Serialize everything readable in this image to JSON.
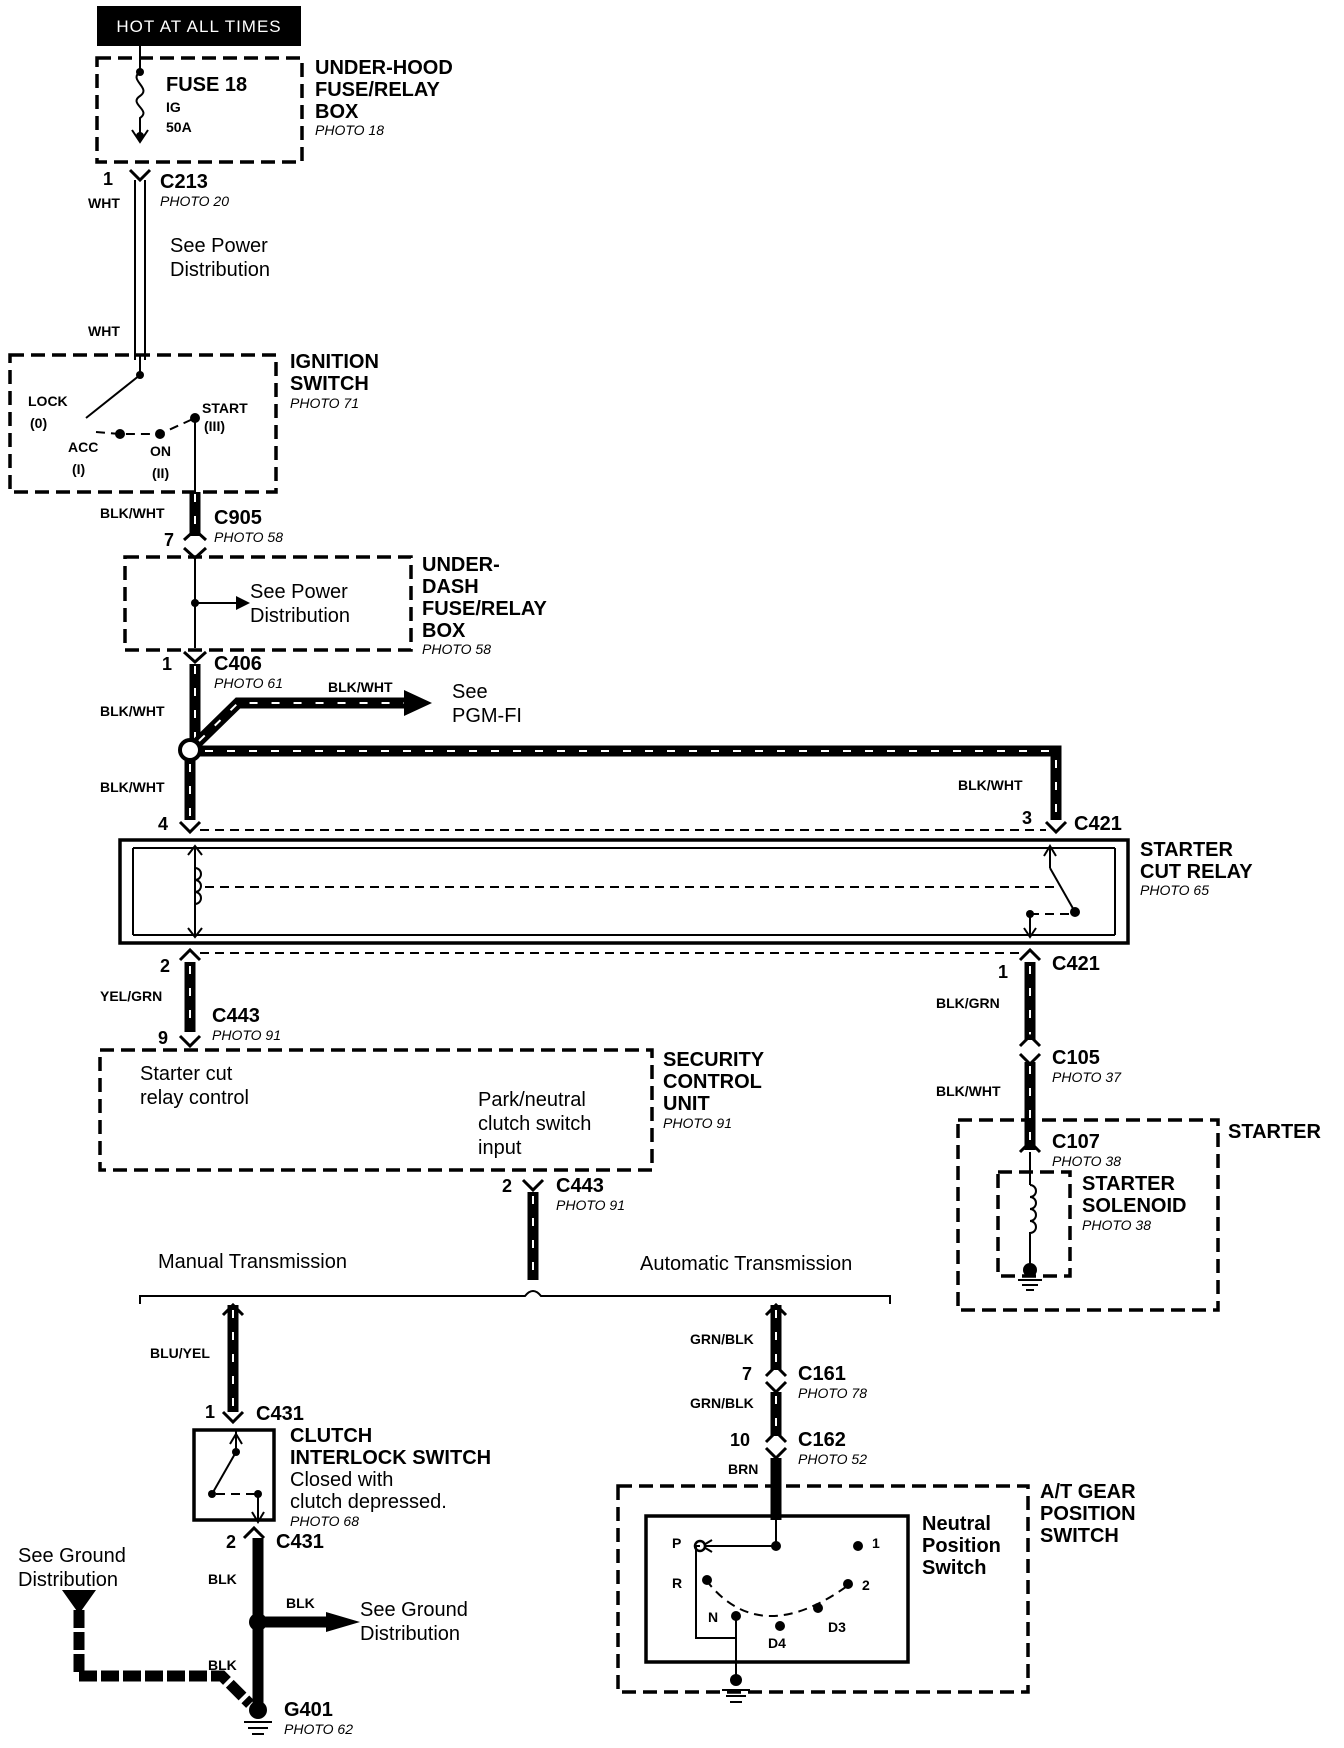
{
  "banner": "HOT AT ALL TIMES",
  "fuse_box": {
    "name_lines": [
      "UNDER-HOOD",
      "FUSE/RELAY",
      "BOX"
    ],
    "photo": "PHOTO 18",
    "fuse": "FUSE 18",
    "fuse_circuit": "IG",
    "fuse_rating": "50A"
  },
  "c213": {
    "pin": "1",
    "wire": "WHT",
    "name": "C213",
    "photo": "PHOTO 20",
    "note_lines": [
      "See Power",
      "Distribution"
    ],
    "wire2": "WHT"
  },
  "ignition": {
    "name_lines": [
      "IGNITION",
      "SWITCH"
    ],
    "photo": "PHOTO 71",
    "lock": "LOCK",
    "lock_num": "(0)",
    "acc": "ACC",
    "acc_num": "(I)",
    "on": "ON",
    "on_num": "(II)",
    "start": "START",
    "start_num": "(III)"
  },
  "c905": {
    "wire": "BLK/WHT",
    "name": "C905",
    "photo": "PHOTO 58",
    "pin": "7"
  },
  "underdash": {
    "name_lines": [
      "UNDER-",
      "DASH",
      "FUSE/RELAY",
      "BOX"
    ],
    "photo": "PHOTO 58",
    "note_lines": [
      "See Power",
      "Distribution"
    ]
  },
  "c406": {
    "pin": "1",
    "name": "C406",
    "photo": "PHOTO 61",
    "wire": "BLK/WHT",
    "branch_wire": "BLK/WHT",
    "branch_lines": [
      "See",
      "PGM-FI"
    ]
  },
  "relay_wires": {
    "left": "BLK/WHT",
    "right": "BLK/WHT"
  },
  "c421_top": {
    "left_pin": "4",
    "right_pin": "3",
    "name": "C421"
  },
  "starter_relay": {
    "name_lines": [
      "STARTER",
      "CUT RELAY"
    ],
    "photo": "PHOTO 65"
  },
  "c421_bottom": {
    "left_pin": "2",
    "right_pin": "1",
    "name": "C421",
    "left_wire": "YEL/GRN",
    "right_wire": "BLK/GRN"
  },
  "c443_top": {
    "pin": "9",
    "name": "C443",
    "photo": "PHOTO 91"
  },
  "security": {
    "name_lines": [
      "SECURITY",
      "CONTROL",
      "UNIT"
    ],
    "photo": "PHOTO 91",
    "relay_lines": [
      "Starter cut",
      "relay control"
    ],
    "input_lines": [
      "Park/neutral",
      "clutch switch",
      "input"
    ]
  },
  "c443_bottom": {
    "pin": "2",
    "name": "C443",
    "photo": "PHOTO 91"
  },
  "c105": {
    "name": "C105",
    "photo": "PHOTO 37",
    "wire": "BLK/WHT"
  },
  "starter": {
    "name": "STARTER",
    "c107": "C107",
    "c107_photo": "PHOTO 38",
    "solenoid_lines": [
      "STARTER",
      "SOLENOID"
    ],
    "solenoid_photo": "PHOTO 38"
  },
  "branches": {
    "manual": "Manual Transmission",
    "automatic": "Automatic Transmission"
  },
  "manual": {
    "wire": "BLU/YEL",
    "c431_pin_top": "1",
    "c431": "C431",
    "clutch_lines": [
      "CLUTCH",
      "INTERLOCK SWITCH"
    ],
    "clutch_note_lines": [
      "Closed with",
      "clutch depressed."
    ],
    "clutch_photo": "PHOTO 68",
    "c431_pin_bottom": "2",
    "c431b": "C431",
    "wire_blk": "BLK",
    "ground_left_lines": [
      "See Ground",
      "Distribution"
    ],
    "ground_right_wire": "BLK",
    "ground_right_lines": [
      "See Ground",
      "Distribution"
    ],
    "wire_blk2": "BLK",
    "g401": "G401",
    "g401_photo": "PHOTO 62"
  },
  "automatic": {
    "wire1": "GRN/BLK",
    "c161_pin": "7",
    "c161": "C161",
    "c161_photo": "PHOTO 78",
    "wire2": "GRN/BLK",
    "c162_pin": "10",
    "c162": "C162",
    "c162_photo": "PHOTO 52",
    "wire3": "BRN",
    "switch_lines": [
      "A/T GEAR",
      "POSITION",
      "SWITCH"
    ],
    "neutral_lines": [
      "Neutral",
      "Position",
      "Switch"
    ],
    "pos": {
      "p": "P",
      "r": "R",
      "n": "N",
      "d4": "D4",
      "d3": "D3",
      "two": "2",
      "one": "1"
    }
  }
}
